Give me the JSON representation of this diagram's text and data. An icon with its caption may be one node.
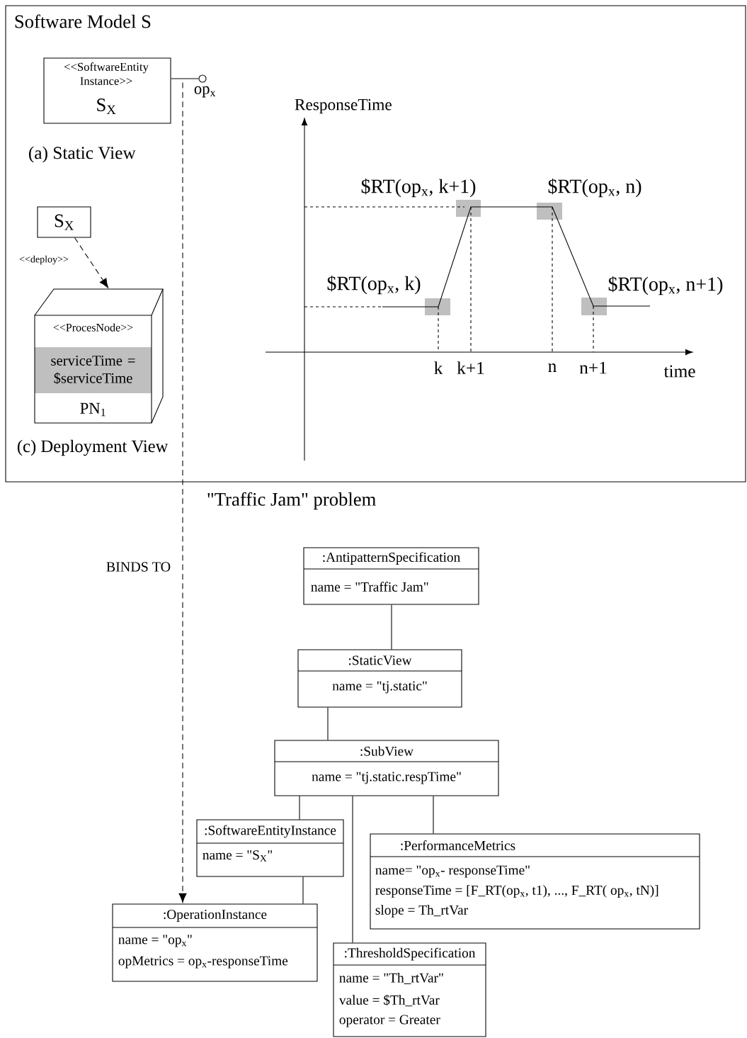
{
  "diagram": {
    "nodes": [
      {
        "text": [
          "Software Model S"
        ]
      },
      {
        "text": [
          "<<SoftwareEntity Instance>>",
          "S$_{X}$"
        ],
        "in": 0
      },
      {
        "text": [
          "op$_{x}$"
        ],
        "in": 0
      },
      {
        "text": [
          "S$_{X}$"
        ],
        "in": 0
      },
      {
        "text": [
          "<<ProcesNode>>",
          "serviceTime = $serviceTime",
          "PN$_{1}$"
        ],
        "in": 0
      },
      {
        "text": [
          ":AntipatternSpecification",
          "name = \"Traffic Jam\""
        ]
      },
      {
        "text": [
          ":StaticView",
          "name = \"tj.static\""
        ]
      },
      {
        "text": [
          ":SubView",
          "name = \"tj.static.respTime\""
        ]
      },
      {
        "text": [
          ":SoftwareEntityInstance",
          "name = \"S$_{X}$\""
        ]
      },
      {
        "text": [
          ":PerformanceMetrics",
          "name= \"op$_{x}$- responseTime\"",
          "responseTime = [F_RT(op$_{x}$, t1), ..., F_RT( op$_{x}$, tN)]",
          "slope = Th_rtVar"
        ]
      },
      {
        "text": [
          ":OperationInstance",
          "name = \"op$_{x}$\"",
          "opMetrics = op$_{x}$-responseTime"
        ]
      },
      {
        "text": [
          ":ThresholdSpecification",
          "name = \"Th_rtVar\"",
          "value = $Th_rtVar",
          "operator = Greater"
        ]
      }
    ],
    "edges": [
      {
        "from": 1,
        "to": 2,
        "arrow": "none"
      },
      {
        "from": 3,
        "to": 4,
        "arrow": "to",
        "label": "<<deploy>>",
        "style": "dashed"
      },
      {
        "from": 2,
        "to": 10,
        "arrow": "to",
        "label": "BINDS TO",
        "style": "dashed"
      },
      {
        "from": 5,
        "to": 6,
        "arrow": "none"
      },
      {
        "from": 6,
        "to": 7,
        "arrow": "none"
      },
      {
        "from": 7,
        "to": 8,
        "arrow": "none"
      },
      {
        "from": 7,
        "to": 11,
        "arrow": "none"
      },
      {
        "from": 7,
        "to": 9,
        "arrow": "none"
      },
      {
        "from": 8,
        "to": 10,
        "arrow": "none"
      }
    ],
    "labels": [
      "(a) Static View",
      "(c) Deployment View",
      "ResponseTime",
      "$RT(op$_{x}$, k+1)",
      "$RT(op$_{x}$, n)",
      "$RT(op$_{x}$, k)",
      "$RT(op$_{x}$, n+1)",
      "k",
      "k+1",
      "n",
      "n+1",
      "time",
      "\"Traffic Jam\" problem"
    ]
  }
}
